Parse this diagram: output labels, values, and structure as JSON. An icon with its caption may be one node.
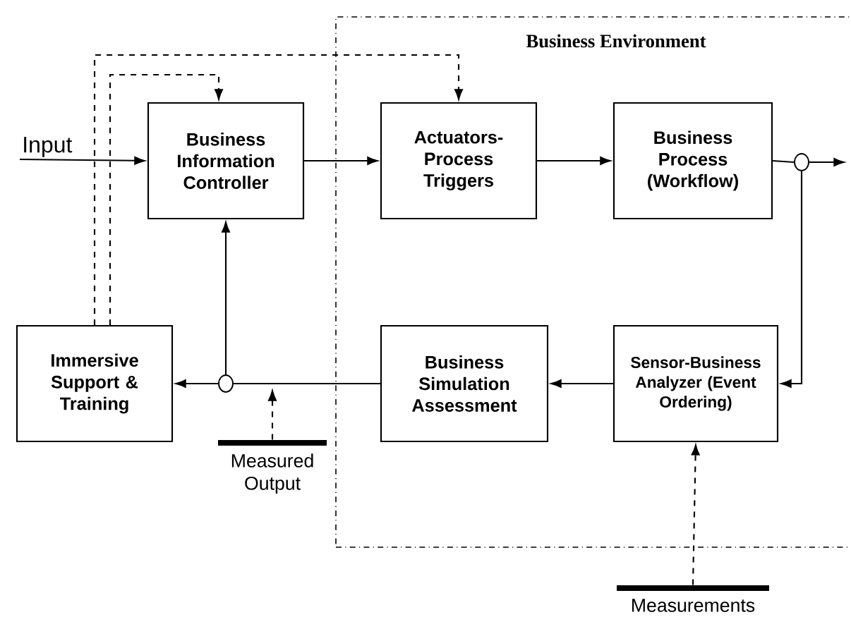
{
  "diagram": {
    "nodes": [
      {
        "text": [
          "Input"
        ]
      },
      {
        "text": [
          "Business Information Controller"
        ]
      },
      {
        "text": [
          "Business Environment"
        ]
      },
      {
        "text": [
          "Actuators-Process Triggers"
        ],
        "in": 2
      },
      {
        "text": [
          "Business Process (Workflow)"
        ],
        "in": 2
      },
      {
        "text": [
          "Immersive Support & Training"
        ]
      },
      {
        "text": [
          "Business Simulation Assessment"
        ],
        "in": 2
      },
      {
        "text": [
          "Sensor-Business Analyzer (Event Ordering)"
        ],
        "in": 2
      },
      {
        "text": [],
        "shape": "bar",
        "beside": [
          "Measured Output"
        ]
      },
      {
        "text": [],
        "shape": "bar",
        "beside": [
          "Measurements"
        ]
      },
      {
        "text": [],
        "shape": "circle"
      },
      {
        "text": [],
        "shape": "circle",
        "in": 2
      }
    ],
    "edges": [
      {
        "from": 0,
        "to": 1,
        "arrow": "to"
      },
      {
        "from": 1,
        "to": 3,
        "arrow": "to"
      },
      {
        "from": 3,
        "to": 4,
        "arrow": "to"
      },
      {
        "from": 4,
        "to": 11,
        "arrow": "none"
      },
      {
        "from": 11,
        "to": null,
        "arrow": "to"
      },
      {
        "from": 11,
        "to": 7,
        "arrow": "to"
      },
      {
        "from": 7,
        "to": 6,
        "arrow": "to"
      },
      {
        "from": 6,
        "to": 10,
        "arrow": "none"
      },
      {
        "from": 10,
        "to": 5,
        "arrow": "to"
      },
      {
        "from": 10,
        "to": 1,
        "arrow": "to"
      },
      {
        "from": 8,
        "to": null,
        "arrow": "to",
        "style": "dashed"
      },
      {
        "from": 9,
        "to": 7,
        "arrow": "to",
        "style": "dashed"
      },
      {
        "from": 5,
        "to": 1,
        "arrow": "to",
        "style": "dashed"
      },
      {
        "from": 5,
        "to": 3,
        "arrow": "to",
        "style": "dashed"
      }
    ]
  }
}
